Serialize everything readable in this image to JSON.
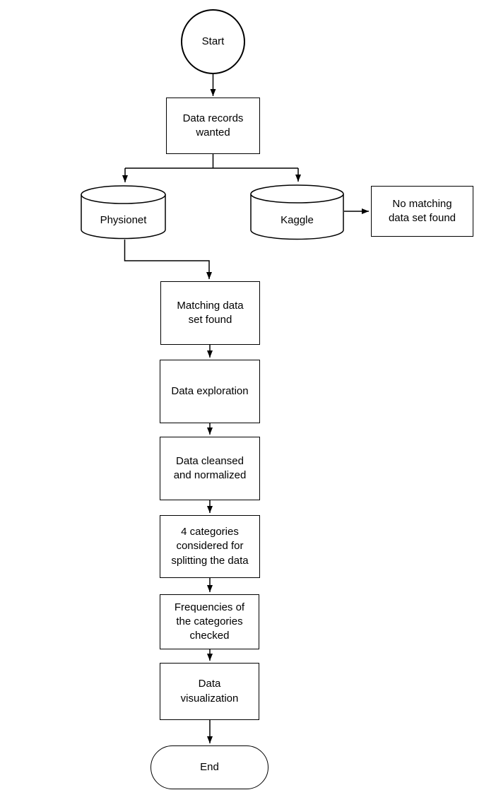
{
  "diagram_type": "flowchart",
  "colors": {
    "background": "#ffffff",
    "node_fill": "#ffffff",
    "stroke": "#000000",
    "text": "#000000"
  },
  "nodes": {
    "start": {
      "label": "Start",
      "shape": "circle"
    },
    "data_records": {
      "label": "Data records\nwanted",
      "shape": "process"
    },
    "physionet": {
      "label": "Physionet",
      "shape": "database-cylinder"
    },
    "kaggle": {
      "label": "Kaggle",
      "shape": "database-cylinder"
    },
    "no_matching": {
      "label": "No matching\ndata set found",
      "shape": "process"
    },
    "matching": {
      "label": "Matching data\nset found",
      "shape": "process"
    },
    "exploration": {
      "label": "Data exploration",
      "shape": "process"
    },
    "cleansed": {
      "label": "Data cleansed\nand normalized",
      "shape": "process"
    },
    "categories": {
      "label": "4 categories\nconsidered for\nsplitting the data",
      "shape": "process"
    },
    "frequencies": {
      "label": "Frequencies of\nthe categories\nchecked",
      "shape": "process"
    },
    "visualization": {
      "label": "Data\nvisualization",
      "shape": "process"
    },
    "end": {
      "label": "End",
      "shape": "terminator"
    }
  },
  "edges": [
    {
      "from": "start",
      "to": "data_records"
    },
    {
      "from": "data_records",
      "to": "physionet"
    },
    {
      "from": "data_records",
      "to": "kaggle"
    },
    {
      "from": "kaggle",
      "to": "no_matching"
    },
    {
      "from": "physionet",
      "to": "matching"
    },
    {
      "from": "matching",
      "to": "exploration"
    },
    {
      "from": "exploration",
      "to": "cleansed"
    },
    {
      "from": "cleansed",
      "to": "categories"
    },
    {
      "from": "categories",
      "to": "frequencies"
    },
    {
      "from": "frequencies",
      "to": "visualization"
    },
    {
      "from": "visualization",
      "to": "end"
    }
  ]
}
